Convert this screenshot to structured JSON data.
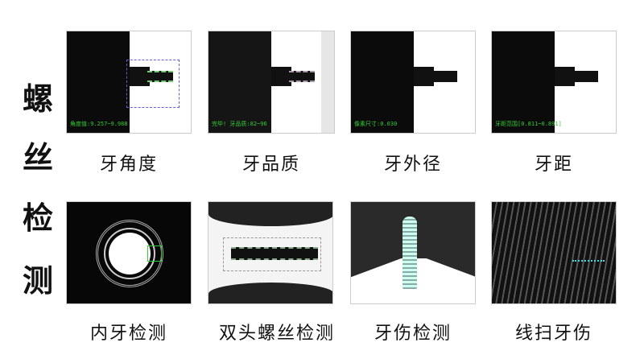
{
  "title_chars": [
    "螺",
    "丝",
    "检",
    "测"
  ],
  "top_row": [
    {
      "label": "牙角度",
      "overlay": "角度值:9.257~9.988"
    },
    {
      "label": "牙品质",
      "overlay": "完毕! 牙品质:82~96"
    },
    {
      "label": "牙外径",
      "overlay": "像素尺寸:0.030"
    },
    {
      "label": "牙距",
      "overlay": "牙距范围[0.811~0.891]"
    }
  ],
  "bottom_row": [
    {
      "label": "内牙检测"
    },
    {
      "label": "双头螺丝检测"
    },
    {
      "label": "牙伤检测"
    },
    {
      "label": "线扫牙伤"
    }
  ],
  "colors": {
    "overlay_text": "#33cc33",
    "roi": "#6060d0",
    "background": "#ffffff"
  }
}
